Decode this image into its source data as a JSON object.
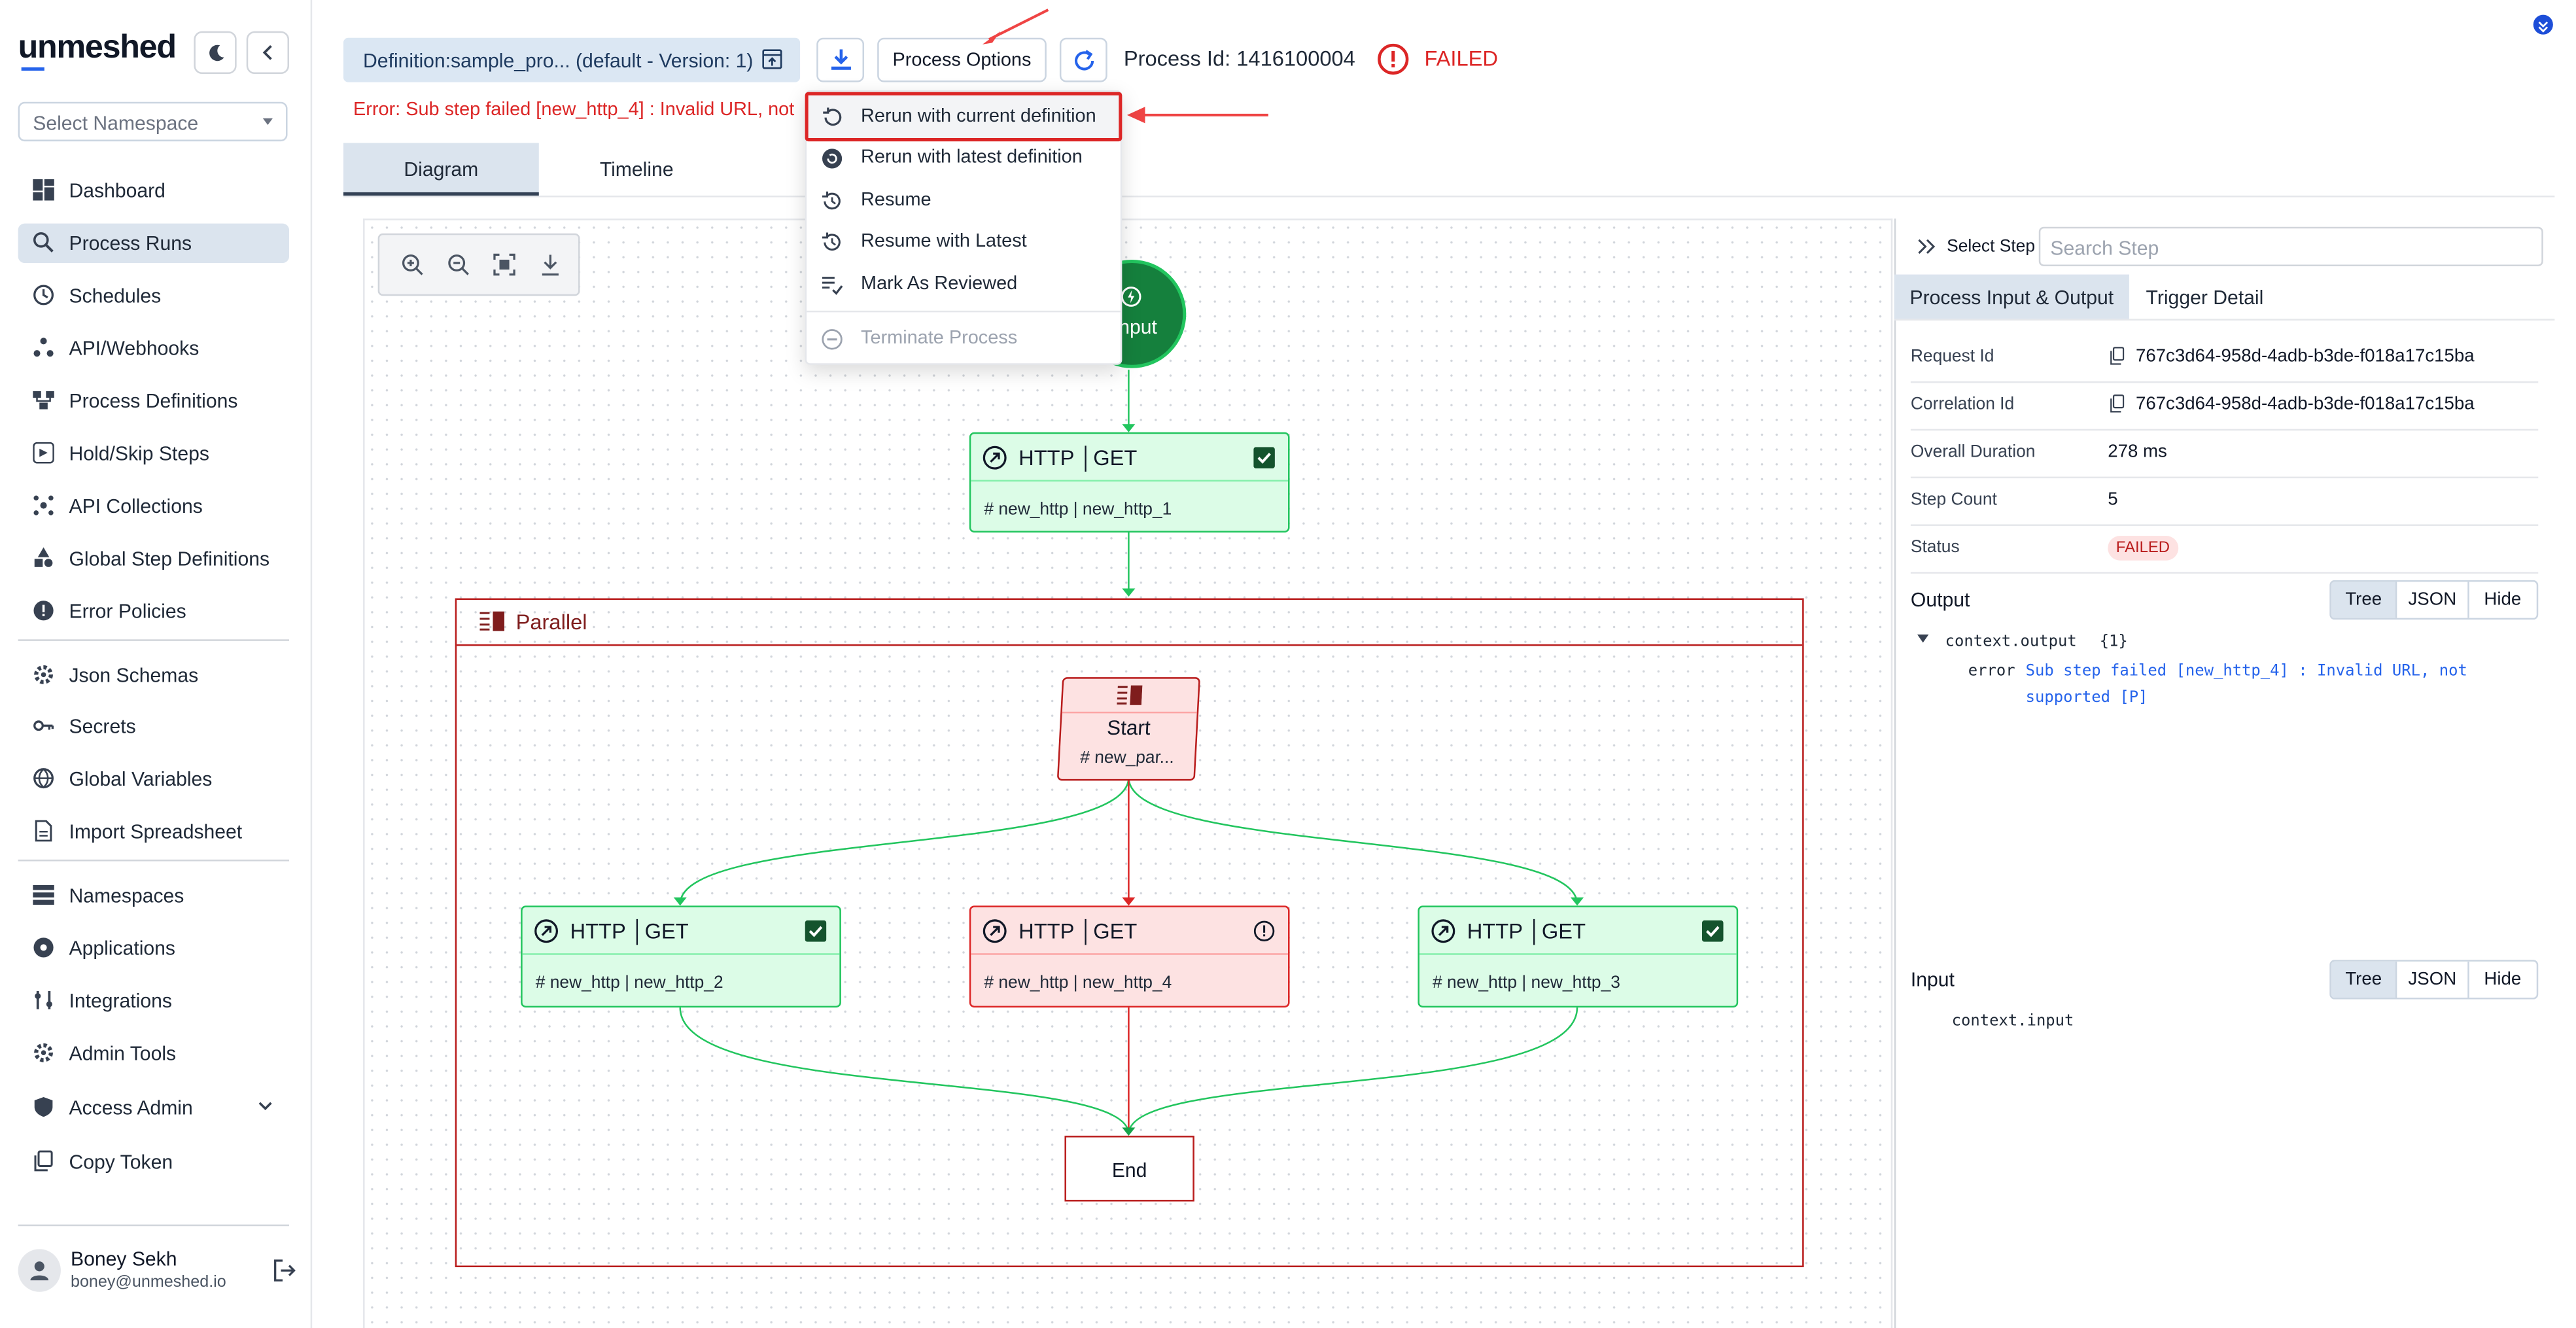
{
  "sidebar": {
    "logo": "unmeshed",
    "namespace_placeholder": "Select Namespace",
    "items": [
      {
        "label": "Dashboard"
      },
      {
        "label": "Process Runs"
      },
      {
        "label": "Schedules"
      },
      {
        "label": "API/Webhooks"
      },
      {
        "label": "Process Definitions"
      },
      {
        "label": "Hold/Skip Steps"
      },
      {
        "label": "API Collections"
      },
      {
        "label": "Global Step Definitions"
      },
      {
        "label": "Error Policies"
      },
      {
        "label": "Json Schemas"
      },
      {
        "label": "Secrets"
      },
      {
        "label": "Global Variables"
      },
      {
        "label": "Import Spreadsheet"
      },
      {
        "label": "Namespaces"
      },
      {
        "label": "Applications"
      },
      {
        "label": "Integrations"
      },
      {
        "label": "Admin Tools"
      },
      {
        "label": "Access Admin"
      },
      {
        "label": "Copy Token"
      }
    ],
    "active_item": "Process Runs",
    "user": {
      "name": "Boney Sekh",
      "email": "boney@unmeshed.io"
    }
  },
  "header": {
    "definition_label": "Definition:sample_pro... (default - Version: 1)",
    "process_options_label": "Process Options",
    "process_id_label": "Process Id: 1416100004",
    "status": "FAILED",
    "error": "Error: Sub step failed [new_http_4] : Invalid URL, not"
  },
  "tabs": [
    {
      "label": "Diagram"
    },
    {
      "label": "Timeline"
    }
  ],
  "menu": {
    "items": [
      {
        "label": "Rerun with current definition",
        "icon": "rerun-icon"
      },
      {
        "label": "Rerun with latest definition",
        "icon": "rerun-latest-icon"
      },
      {
        "label": "Resume",
        "icon": "resume-icon"
      },
      {
        "label": "Resume with Latest",
        "icon": "resume-latest-icon"
      },
      {
        "label": "Mark As Reviewed",
        "icon": "reviewed-icon"
      },
      {
        "label": "Terminate Process",
        "icon": "terminate-icon",
        "disabled": true
      }
    ]
  },
  "diagram": {
    "input_label": "Input",
    "http1": {
      "title": "HTTP │GET",
      "sub": "# new_http | new_http_1"
    },
    "parallel_label": "Parallel",
    "start": {
      "title": "Start",
      "sub": "# new_par..."
    },
    "http2": {
      "title": "HTTP │GET",
      "sub": "# new_http | new_http_2"
    },
    "http4": {
      "title": "HTTP │GET",
      "sub": "# new_http | new_http_4"
    },
    "http3": {
      "title": "HTTP │GET",
      "sub": "# new_http | new_http_3"
    },
    "end_label": "End"
  },
  "panel": {
    "select_step_label": "Select Step",
    "search_placeholder": "Search Step",
    "tabs": [
      {
        "label": "Process Input & Output"
      },
      {
        "label": "Trigger Detail"
      }
    ],
    "details": [
      {
        "key": "Request Id",
        "value": "767c3d64-958d-4adb-b3de-f018a17c15ba"
      },
      {
        "key": "Correlation Id",
        "value": "767c3d64-958d-4adb-b3de-f018a17c15ba"
      },
      {
        "key": "Overall Duration",
        "value": "278 ms"
      },
      {
        "key": "Step Count",
        "value": "5"
      },
      {
        "key": "Status",
        "value": "FAILED"
      }
    ],
    "output": {
      "label": "Output",
      "views": [
        "Tree",
        "JSON",
        "Hide"
      ],
      "root": "context.output",
      "count": "{1}",
      "error_key": "error",
      "error_line1": "Sub step failed [new_http_4] : Invalid URL, not",
      "error_line2": "supported [P]"
    },
    "input": {
      "label": "Input",
      "views": [
        "Tree",
        "JSON",
        "Hide"
      ],
      "root": "context.input"
    }
  },
  "colors": {
    "accent": "#2563eb",
    "success": "#22c55e",
    "danger": "#dc2626",
    "active_bg": "#dbe4ee"
  }
}
